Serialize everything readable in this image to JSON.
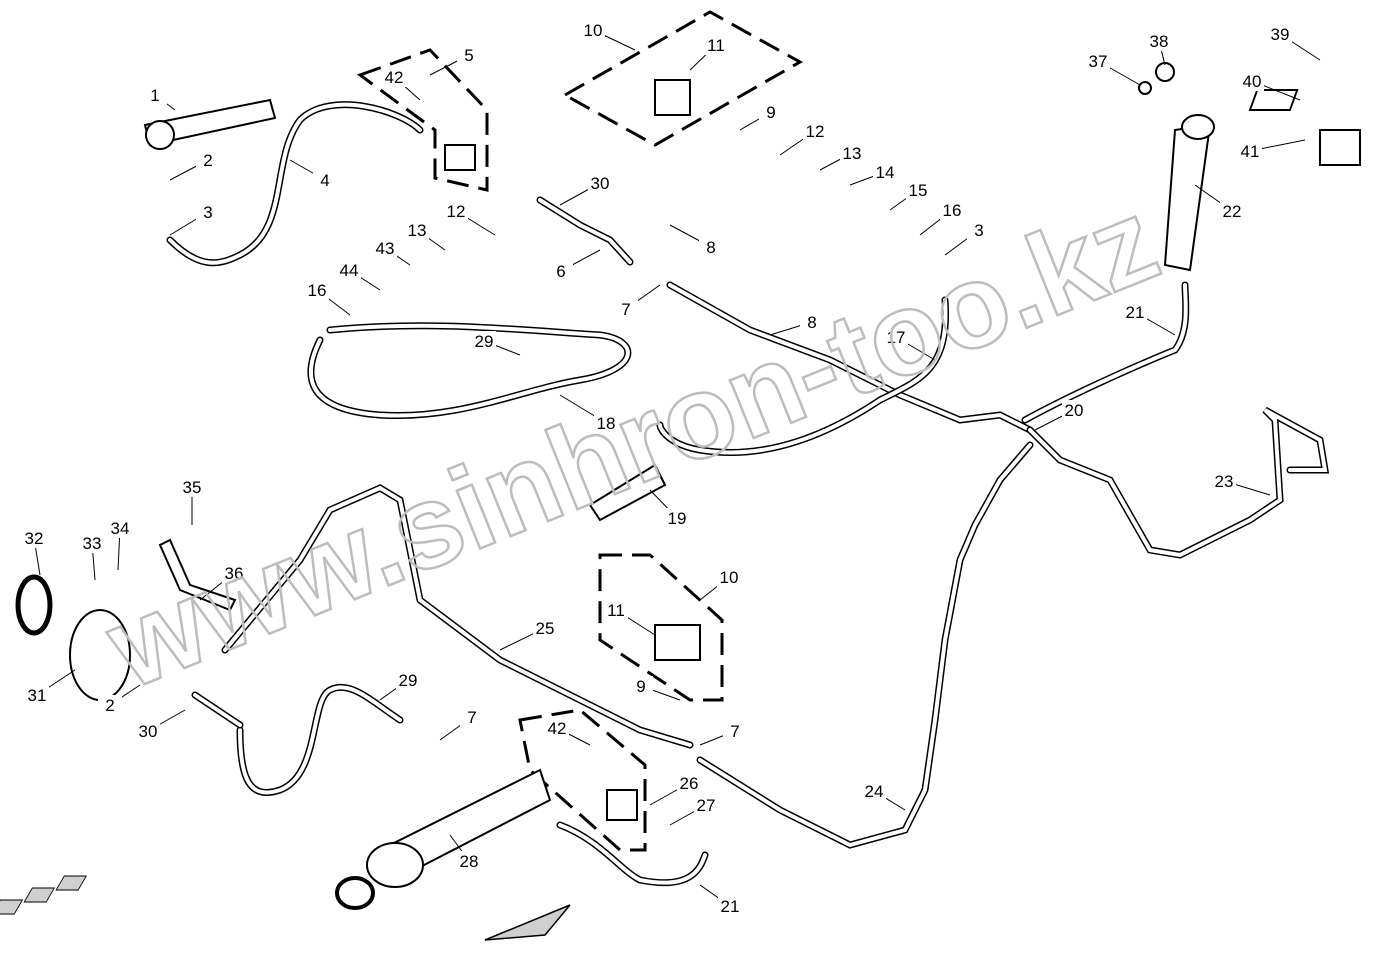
{
  "diagram": {
    "watermark": "www.sinhron-too.kz",
    "callouts": [
      "10",
      "11",
      "5",
      "42",
      "1",
      "9",
      "12",
      "13",
      "2",
      "4",
      "14",
      "30",
      "15",
      "3",
      "16",
      "12",
      "13",
      "3",
      "22",
      "6",
      "8",
      "43",
      "44",
      "16",
      "7",
      "8",
      "21",
      "29",
      "17",
      "20",
      "18",
      "23",
      "19",
      "35",
      "32",
      "33",
      "34",
      "36",
      "10",
      "11",
      "25",
      "31",
      "2",
      "29",
      "9",
      "30",
      "7",
      "42",
      "7",
      "26",
      "27",
      "24",
      "28",
      "21",
      "37",
      "38",
      "39",
      "40",
      "41"
    ],
    "colors": {
      "line": "#000000",
      "watermark": "#bdbdbd",
      "arrow_fill": "#cfcfcf"
    }
  }
}
